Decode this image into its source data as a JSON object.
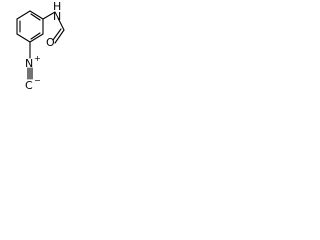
{
  "molecule": {
    "atoms": {
      "amide_h": "H",
      "amide_n": "N",
      "carbonyl_o": "O",
      "isocyano_n": "N",
      "isocyano_c": "C",
      "n_charge": "+",
      "c_charge": "−"
    }
  }
}
